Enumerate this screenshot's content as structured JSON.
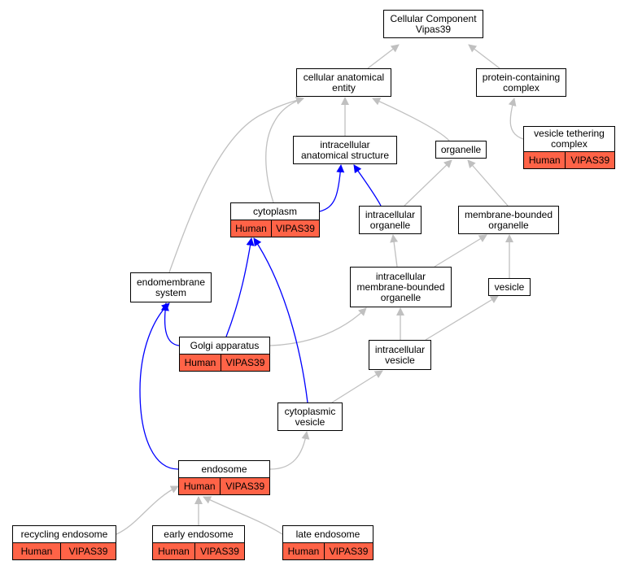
{
  "graph": {
    "nodes": [
      {
        "id": "cellular-component",
        "label": "Cellular Component\nVipas39"
      },
      {
        "id": "cellular-anatomical-entity",
        "label": "cellular anatomical\nentity"
      },
      {
        "id": "protein-containing-complex",
        "label": "protein-containing\ncomplex"
      },
      {
        "id": "intracellular-anatomical-structure",
        "label": "intracellular\nanatomical structure"
      },
      {
        "id": "organelle",
        "label": "organelle"
      },
      {
        "id": "vesicle-tethering-complex",
        "label": "vesicle tethering\ncomplex",
        "species": "Human",
        "gene": "VIPAS39"
      },
      {
        "id": "cytoplasm",
        "label": "cytoplasm",
        "species": "Human",
        "gene": "VIPAS39"
      },
      {
        "id": "intracellular-organelle",
        "label": "intracellular\norganelle"
      },
      {
        "id": "membrane-bounded-organelle",
        "label": "membrane-bounded\norganelle"
      },
      {
        "id": "endomembrane-system",
        "label": "endomembrane\nsystem"
      },
      {
        "id": "intracellular-membrane-bounded-organelle",
        "label": "intracellular\nmembrane-bounded\norganelle"
      },
      {
        "id": "vesicle",
        "label": "vesicle"
      },
      {
        "id": "golgi-apparatus",
        "label": "Golgi apparatus",
        "species": "Human",
        "gene": "VIPAS39"
      },
      {
        "id": "intracellular-vesicle",
        "label": "intracellular\nvesicle"
      },
      {
        "id": "cytoplasmic-vesicle",
        "label": "cytoplasmic\nvesicle"
      },
      {
        "id": "endosome",
        "label": "endosome",
        "species": "Human",
        "gene": "VIPAS39"
      },
      {
        "id": "recycling-endosome",
        "label": "recycling endosome",
        "species": "Human",
        "gene": "VIPAS39"
      },
      {
        "id": "early-endosome",
        "label": "early endosome",
        "species": "Human",
        "gene": "VIPAS39"
      },
      {
        "id": "late-endosome",
        "label": "late endosome",
        "species": "Human",
        "gene": "VIPAS39"
      }
    ],
    "edges": [
      {
        "from": "cellular-anatomical-entity",
        "to": "cellular-component",
        "highlight": false
      },
      {
        "from": "protein-containing-complex",
        "to": "cellular-component",
        "highlight": false
      },
      {
        "from": "intracellular-anatomical-structure",
        "to": "cellular-anatomical-entity",
        "highlight": false
      },
      {
        "from": "organelle",
        "to": "cellular-anatomical-entity",
        "highlight": false
      },
      {
        "from": "cytoplasm",
        "to": "cellular-anatomical-entity",
        "highlight": false
      },
      {
        "from": "endomembrane-system",
        "to": "cellular-anatomical-entity",
        "highlight": false
      },
      {
        "from": "vesicle-tethering-complex",
        "to": "protein-containing-complex",
        "highlight": false
      },
      {
        "from": "cytoplasm",
        "to": "intracellular-anatomical-structure",
        "highlight": true
      },
      {
        "from": "intracellular-organelle",
        "to": "intracellular-anatomical-structure",
        "highlight": true
      },
      {
        "from": "intracellular-organelle",
        "to": "organelle",
        "highlight": false
      },
      {
        "from": "membrane-bounded-organelle",
        "to": "organelle",
        "highlight": false
      },
      {
        "from": "intracellular-membrane-bounded-organelle",
        "to": "intracellular-organelle",
        "highlight": false
      },
      {
        "from": "intracellular-membrane-bounded-organelle",
        "to": "membrane-bounded-organelle",
        "highlight": false
      },
      {
        "from": "vesicle",
        "to": "membrane-bounded-organelle",
        "highlight": false
      },
      {
        "from": "golgi-apparatus",
        "to": "cytoplasm",
        "highlight": true
      },
      {
        "from": "golgi-apparatus",
        "to": "endomembrane-system",
        "highlight": true
      },
      {
        "from": "golgi-apparatus",
        "to": "intracellular-membrane-bounded-organelle",
        "highlight": false
      },
      {
        "from": "intracellular-vesicle",
        "to": "intracellular-membrane-bounded-organelle",
        "highlight": false
      },
      {
        "from": "intracellular-vesicle",
        "to": "vesicle",
        "highlight": false
      },
      {
        "from": "cytoplasmic-vesicle",
        "to": "cytoplasm",
        "highlight": true
      },
      {
        "from": "cytoplasmic-vesicle",
        "to": "intracellular-vesicle",
        "highlight": false
      },
      {
        "from": "endosome",
        "to": "endomembrane-system",
        "highlight": true
      },
      {
        "from": "endosome",
        "to": "cytoplasmic-vesicle",
        "highlight": false
      },
      {
        "from": "recycling-endosome",
        "to": "endosome",
        "highlight": false
      },
      {
        "from": "early-endosome",
        "to": "endosome",
        "highlight": false
      },
      {
        "from": "late-endosome",
        "to": "endosome",
        "highlight": false
      }
    ],
    "colors": {
      "edge": "#c0c0c0",
      "highlight_edge": "#0000ff",
      "annotation_fill": "#ff6347",
      "node_border": "#000000",
      "node_fill": "#ffffff"
    }
  }
}
